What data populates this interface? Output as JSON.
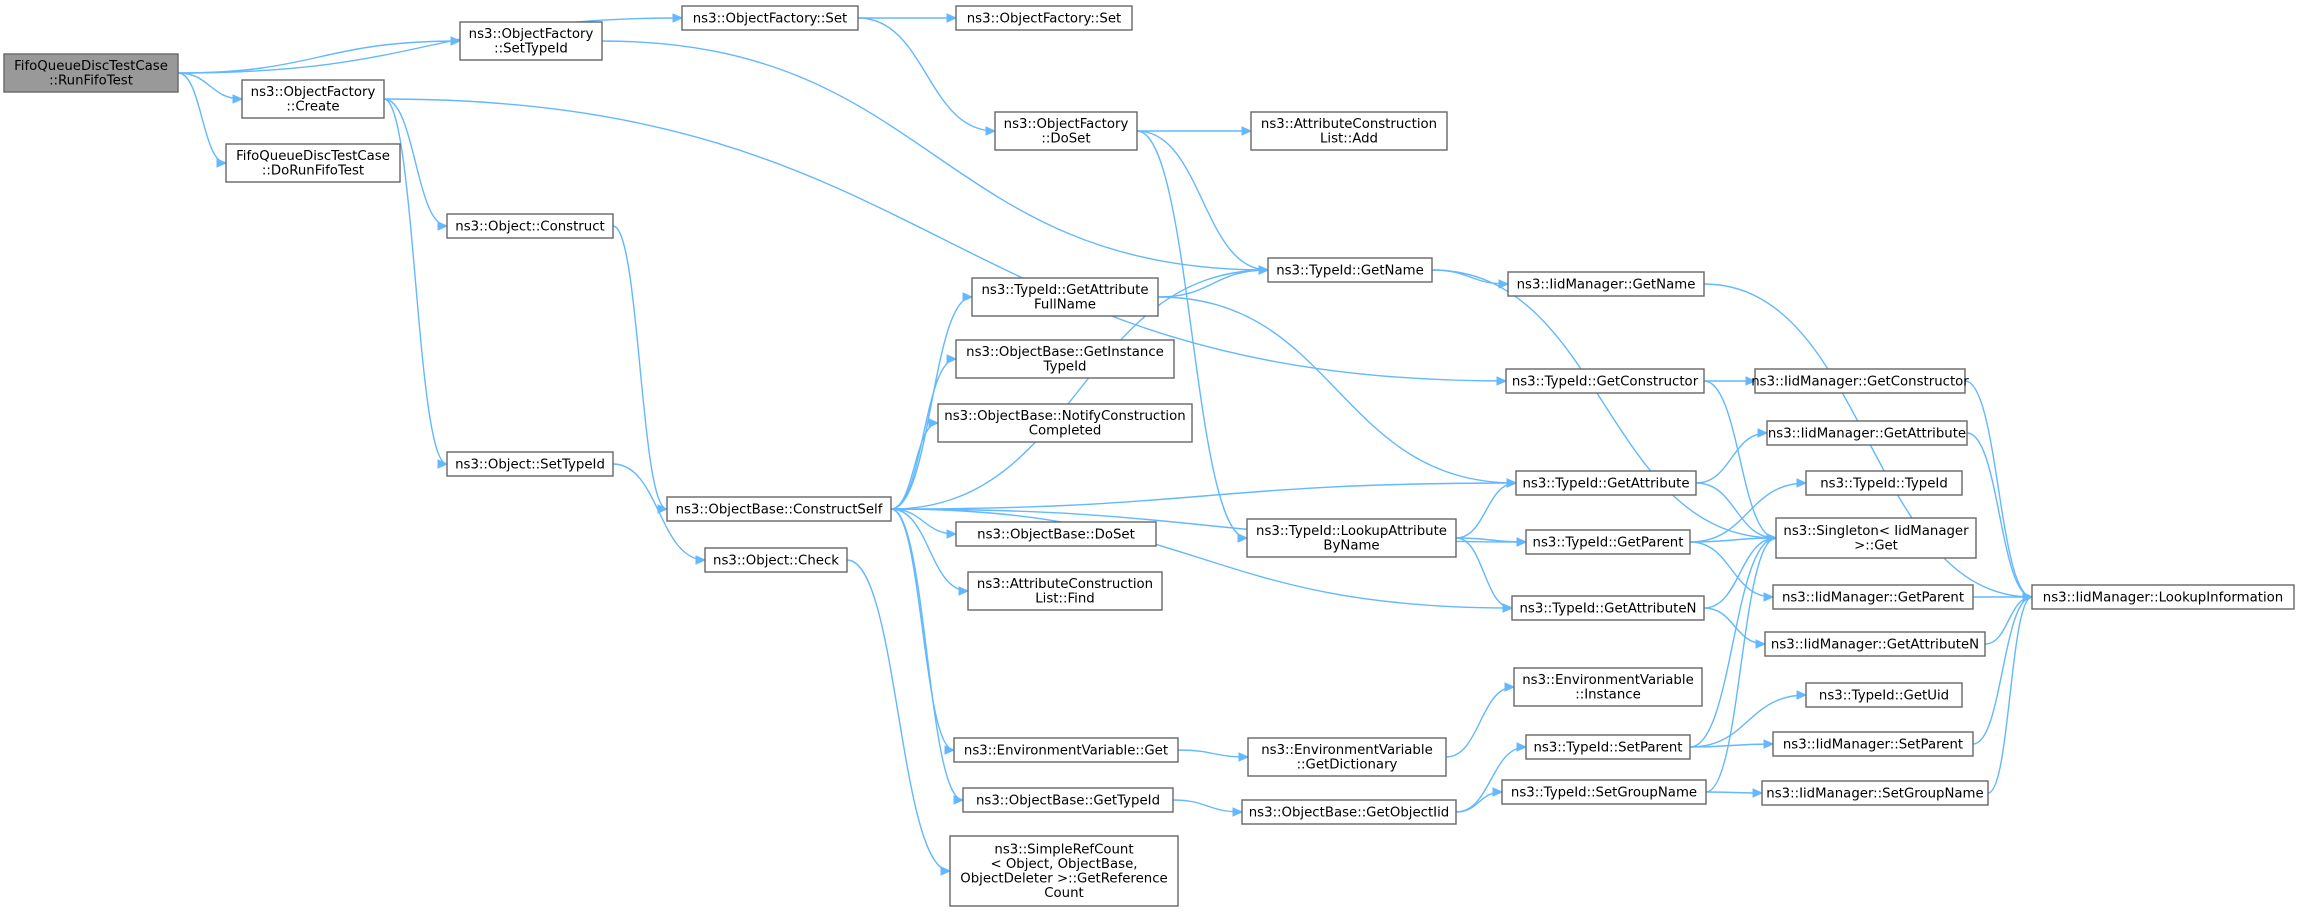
{
  "diagram": {
    "type": "call-graph",
    "colors": {
      "edge": "#63b8ff",
      "node_border": "#666666",
      "root_fill": "#999999",
      "node_fill": "#ffffff"
    },
    "nodes": [
      {
        "id": "root",
        "lines": [
          "FifoQueueDiscTestCase",
          "::RunFifoTest"
        ],
        "root": true
      },
      {
        "id": "setTypeId",
        "lines": [
          "ns3::ObjectFactory",
          "::SetTypeId"
        ]
      },
      {
        "id": "create",
        "lines": [
          "ns3::ObjectFactory",
          "::Create"
        ]
      },
      {
        "id": "doRunFifo",
        "lines": [
          "FifoQueueDiscTestCase",
          "::DoRunFifoTest"
        ]
      },
      {
        "id": "ofSet",
        "lines": [
          "ns3::ObjectFactory::Set"
        ]
      },
      {
        "id": "ofSet2",
        "lines": [
          "ns3::ObjectFactory::Set"
        ]
      },
      {
        "id": "ofDoSet",
        "lines": [
          "ns3::ObjectFactory",
          "::DoSet"
        ]
      },
      {
        "id": "acListAdd",
        "lines": [
          "ns3::AttributeConstruction",
          "List::Add"
        ]
      },
      {
        "id": "tidGetName",
        "lines": [
          "ns3::TypeId::GetName"
        ]
      },
      {
        "id": "iidGetName",
        "lines": [
          "ns3::IidManager::GetName"
        ]
      },
      {
        "id": "objConstruct",
        "lines": [
          "ns3::Object::Construct"
        ]
      },
      {
        "id": "getAttrFullName",
        "lines": [
          "ns3::TypeId::GetAttribute",
          "FullName"
        ]
      },
      {
        "id": "obGetInstanceTid",
        "lines": [
          "ns3::ObjectBase::GetInstance",
          "TypeId"
        ]
      },
      {
        "id": "obNotify",
        "lines": [
          "ns3::ObjectBase::NotifyConstruction",
          "Completed"
        ]
      },
      {
        "id": "tidGetConstructor",
        "lines": [
          "ns3::TypeId::GetConstructor"
        ]
      },
      {
        "id": "iidGetConstructor",
        "lines": [
          "ns3::IidManager::GetConstructor"
        ]
      },
      {
        "id": "iidGetAttribute",
        "lines": [
          "ns3::IidManager::GetAttribute"
        ]
      },
      {
        "id": "objSetTypeId",
        "lines": [
          "ns3::Object::SetTypeId"
        ]
      },
      {
        "id": "constructSelf",
        "lines": [
          "ns3::ObjectBase::ConstructSelf"
        ]
      },
      {
        "id": "tidGetAttribute",
        "lines": [
          "ns3::TypeId::GetAttribute"
        ]
      },
      {
        "id": "tidTypeId",
        "lines": [
          "ns3::TypeId::TypeId"
        ]
      },
      {
        "id": "objCheck",
        "lines": [
          "ns3::Object::Check"
        ]
      },
      {
        "id": "obDoSet",
        "lines": [
          "ns3::ObjectBase::DoSet"
        ]
      },
      {
        "id": "lookupAttrByName",
        "lines": [
          "ns3::TypeId::LookupAttribute",
          "ByName"
        ]
      },
      {
        "id": "tidGetParent",
        "lines": [
          "ns3::TypeId::GetParent"
        ]
      },
      {
        "id": "singletonGet",
        "lines": [
          "ns3::Singleton< IidManager",
          " >::Get"
        ]
      },
      {
        "id": "acListFind",
        "lines": [
          "ns3::AttributeConstruction",
          "List::Find"
        ]
      },
      {
        "id": "iidGetParent",
        "lines": [
          "ns3::IidManager::GetParent"
        ]
      },
      {
        "id": "lookupInfo",
        "lines": [
          "ns3::IidManager::LookupInformation"
        ]
      },
      {
        "id": "tidGetAttributeN",
        "lines": [
          "ns3::TypeId::GetAttributeN"
        ]
      },
      {
        "id": "iidGetAttributeN",
        "lines": [
          "ns3::IidManager::GetAttributeN"
        ]
      },
      {
        "id": "envInstance",
        "lines": [
          "ns3::EnvironmentVariable",
          "::Instance"
        ]
      },
      {
        "id": "tidGetUid",
        "lines": [
          "ns3::TypeId::GetUid"
        ]
      },
      {
        "id": "envGet",
        "lines": [
          "ns3::EnvironmentVariable::Get"
        ]
      },
      {
        "id": "envGetDict",
        "lines": [
          "ns3::EnvironmentVariable",
          "::GetDictionary"
        ]
      },
      {
        "id": "tidSetParent",
        "lines": [
          "ns3::TypeId::SetParent"
        ]
      },
      {
        "id": "iidSetParent",
        "lines": [
          "ns3::IidManager::SetParent"
        ]
      },
      {
        "id": "obGetTypeId",
        "lines": [
          "ns3::ObjectBase::GetTypeId"
        ]
      },
      {
        "id": "obGetObjectIid",
        "lines": [
          "ns3::ObjectBase::GetObjectIid"
        ]
      },
      {
        "id": "tidSetGroupName",
        "lines": [
          "ns3::TypeId::SetGroupName"
        ]
      },
      {
        "id": "iidSetGroupName",
        "lines": [
          "ns3::IidManager::SetGroupName"
        ]
      },
      {
        "id": "simpleRefCount",
        "lines": [
          "ns3::SimpleRefCount",
          "< Object, ObjectBase,",
          "ObjectDeleter >::GetReference",
          "Count"
        ]
      }
    ],
    "edges": [
      [
        "root",
        "ofSet"
      ],
      [
        "root",
        "setTypeId"
      ],
      [
        "root",
        "create"
      ],
      [
        "root",
        "doRunFifo"
      ],
      [
        "ofSet",
        "ofSet2"
      ],
      [
        "ofSet",
        "ofDoSet"
      ],
      [
        "setTypeId",
        "tidGetName"
      ],
      [
        "create",
        "tidGetConstructor"
      ],
      [
        "create",
        "objConstruct"
      ],
      [
        "create",
        "objSetTypeId"
      ],
      [
        "ofDoSet",
        "acListAdd"
      ],
      [
        "ofDoSet",
        "tidGetName"
      ],
      [
        "ofDoSet",
        "lookupAttrByName"
      ],
      [
        "tidGetName",
        "iidGetName"
      ],
      [
        "tidGetName",
        "singletonGet"
      ],
      [
        "iidGetName",
        "lookupInfo"
      ],
      [
        "objConstruct",
        "constructSelf"
      ],
      [
        "objSetTypeId",
        "objCheck"
      ],
      [
        "getAttrFullName",
        "tidGetName"
      ],
      [
        "getAttrFullName",
        "tidGetAttribute"
      ],
      [
        "tidGetConstructor",
        "iidGetConstructor"
      ],
      [
        "tidGetConstructor",
        "singletonGet"
      ],
      [
        "iidGetConstructor",
        "lookupInfo"
      ],
      [
        "iidGetAttribute",
        "lookupInfo"
      ],
      [
        "constructSelf",
        "tidGetName"
      ],
      [
        "constructSelf",
        "getAttrFullName"
      ],
      [
        "constructSelf",
        "obGetInstanceTid"
      ],
      [
        "constructSelf",
        "obNotify"
      ],
      [
        "constructSelf",
        "tidGetAttribute"
      ],
      [
        "constructSelf",
        "obDoSet"
      ],
      [
        "constructSelf",
        "acListFind"
      ],
      [
        "constructSelf",
        "tidGetParent"
      ],
      [
        "constructSelf",
        "tidGetAttributeN"
      ],
      [
        "constructSelf",
        "envGet"
      ],
      [
        "constructSelf",
        "obGetTypeId"
      ],
      [
        "tidGetAttribute",
        "iidGetAttribute"
      ],
      [
        "tidGetAttribute",
        "singletonGet"
      ],
      [
        "objCheck",
        "simpleRefCount"
      ],
      [
        "lookupAttrByName",
        "tidGetAttribute"
      ],
      [
        "lookupAttrByName",
        "tidGetParent"
      ],
      [
        "lookupAttrByName",
        "tidGetAttributeN"
      ],
      [
        "tidGetParent",
        "tidTypeId"
      ],
      [
        "tidGetParent",
        "singletonGet"
      ],
      [
        "tidGetParent",
        "iidGetParent"
      ],
      [
        "iidGetParent",
        "lookupInfo"
      ],
      [
        "tidGetAttributeN",
        "singletonGet"
      ],
      [
        "tidGetAttributeN",
        "iidGetAttributeN"
      ],
      [
        "iidGetAttributeN",
        "lookupInfo"
      ],
      [
        "envGet",
        "envGetDict"
      ],
      [
        "envGetDict",
        "envInstance"
      ],
      [
        "tidSetParent",
        "singletonGet"
      ],
      [
        "tidSetParent",
        "tidGetUid"
      ],
      [
        "tidSetParent",
        "iidSetParent"
      ],
      [
        "iidSetParent",
        "lookupInfo"
      ],
      [
        "obGetTypeId",
        "obGetObjectIid"
      ],
      [
        "obGetObjectIid",
        "tidSetParent"
      ],
      [
        "obGetObjectIid",
        "tidSetGroupName"
      ],
      [
        "tidSetGroupName",
        "singletonGet"
      ],
      [
        "tidSetGroupName",
        "iidSetGroupName"
      ],
      [
        "iidSetGroupName",
        "lookupInfo"
      ]
    ]
  }
}
